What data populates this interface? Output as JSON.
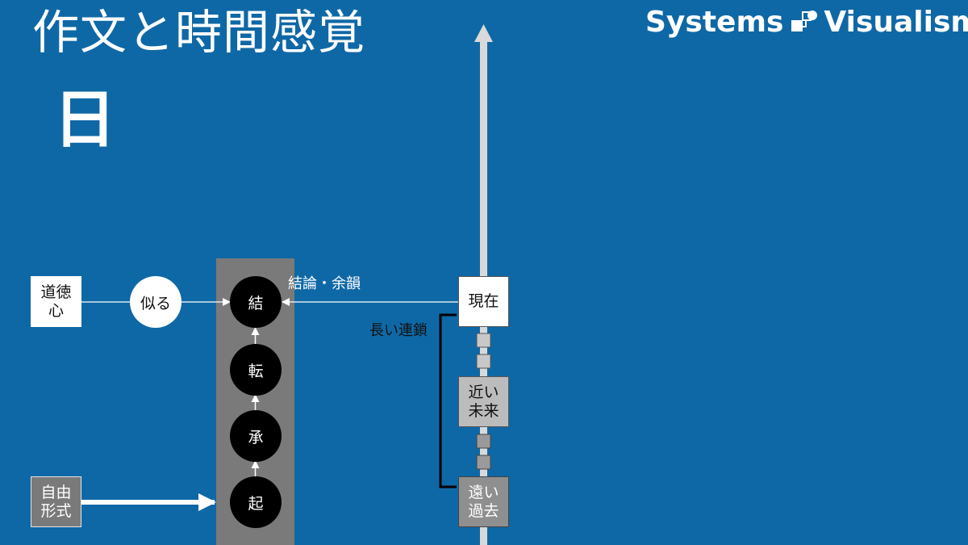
{
  "title": "作文と時間感覚",
  "subtitle": "日",
  "brand": {
    "left": "Systems",
    "right": "Visualism",
    "logo_icon": "systems-visualism-logo-icon"
  },
  "left_boxes": {
    "moral": "道徳\n心",
    "free_form": "自由\n形式"
  },
  "similar_circle": "似る",
  "stages": {
    "ketsu": "結",
    "ten": "転",
    "shou": "承",
    "ki": "起"
  },
  "conclusion_label": "結論・余韻",
  "timeline": {
    "present": "現在",
    "near_future": "近い\n未来",
    "distant_past": "遠い\n過去",
    "long_chain_label": "長い連鎖"
  },
  "colors": {
    "background": "#0f68a6",
    "column": "#7a7a7a",
    "axis": "#d9d9d9",
    "node_dark": "#000000",
    "link_square": "#c8c8c8"
  }
}
